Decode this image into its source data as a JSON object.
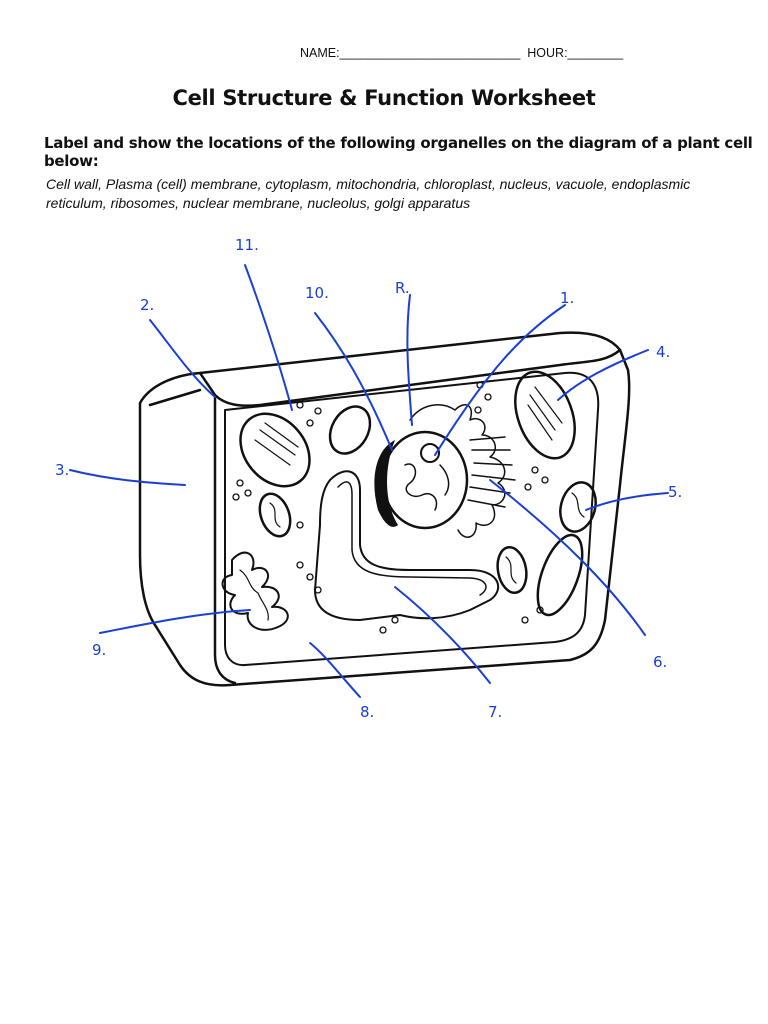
{
  "header": {
    "name_line": "NAME:__________________________  HOUR:________"
  },
  "title": "Cell Structure & Function Worksheet",
  "instruction": "Label and show the locations of the following organelles on the diagram of a plant cell below:",
  "organelle_list": "Cell wall, Plasma (cell) membrane, cytoplasm, mitochondria, chloroplast, nucleus, vacuole, endoplasmic reticulum, ribosomes, nuclear membrane, nucleolus, golgi apparatus",
  "diagram": {
    "labels": {
      "l1": "1.",
      "l2": "2.",
      "l3": "3.",
      "l4": "4.",
      "l5": "5.",
      "l6": "6.",
      "l7": "7.",
      "l8": "8.",
      "l9": "9.",
      "l10": "10.",
      "l11": "11.",
      "l12": "R."
    },
    "colors": {
      "ink": "#1a3fd6",
      "line": "#111111"
    }
  }
}
